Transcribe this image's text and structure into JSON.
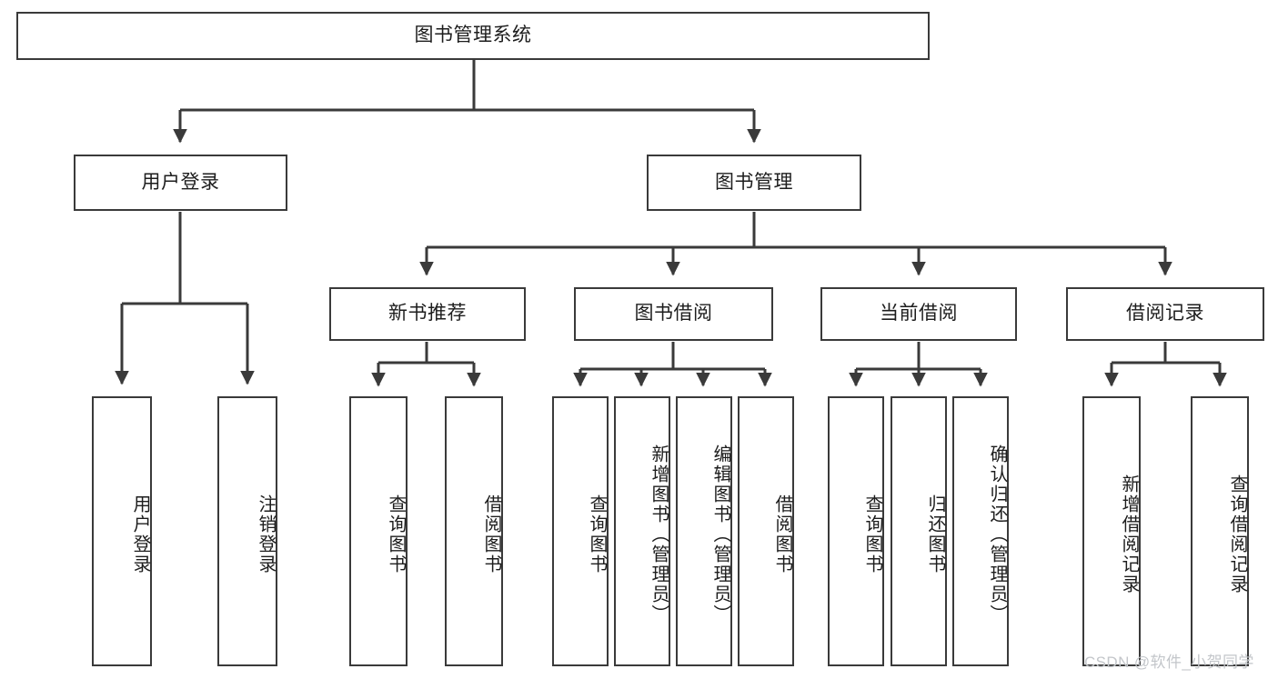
{
  "diagram": {
    "title": "图书管理系统",
    "type": "hierarchy-tree",
    "watermark": "CSDN @软件_小贺同学",
    "colors": {
      "box_border": "#3a3a3a",
      "box_fill": "#ffffff",
      "connector": "#3a3a3a",
      "text": "#1d1d1d",
      "watermark": "#c3c6ca"
    },
    "levels": {
      "root": "图书管理系统",
      "level2": [
        "用户登录",
        "图书管理"
      ],
      "level3": [
        "新书推荐",
        "图书借阅",
        "当前借阅",
        "借阅记录"
      ]
    },
    "nodes": {
      "root": {
        "label": "图书管理系统"
      },
      "user_login": {
        "label": "用户登录"
      },
      "book_manage": {
        "label": "图书管理"
      },
      "new_book_rec": {
        "label": "新书推荐"
      },
      "book_borrow": {
        "label": "图书借阅"
      },
      "current_borrow": {
        "label": "当前借阅"
      },
      "borrow_record": {
        "label": "借阅记录"
      },
      "leaf_user_login": {
        "label": "用户登录"
      },
      "leaf_user_logout": {
        "label": "注销登录"
      },
      "leaf_rec_query": {
        "label": "查询图书"
      },
      "leaf_rec_borrow": {
        "label": "借阅图书"
      },
      "leaf_borrow_query": {
        "label": "查询图书"
      },
      "leaf_borrow_add": {
        "label": "新增图书（管理员）"
      },
      "leaf_borrow_edit": {
        "label": "编辑图书（管理员）"
      },
      "leaf_borrow_lend": {
        "label": "借阅图书"
      },
      "leaf_cur_query": {
        "label": "查询图书"
      },
      "leaf_cur_return": {
        "label": "归还图书"
      },
      "leaf_cur_confirm": {
        "label": "确认归还（管理员）"
      },
      "leaf_rec_add": {
        "label": "新增借阅记录"
      },
      "leaf_rec_search": {
        "label": "查询借阅记录"
      }
    },
    "edges": [
      {
        "from": "root",
        "to": "user_login"
      },
      {
        "from": "root",
        "to": "book_manage"
      },
      {
        "from": "user_login",
        "to": "leaf_user_login"
      },
      {
        "from": "user_login",
        "to": "leaf_user_logout"
      },
      {
        "from": "book_manage",
        "to": "new_book_rec"
      },
      {
        "from": "book_manage",
        "to": "book_borrow"
      },
      {
        "from": "book_manage",
        "to": "current_borrow"
      },
      {
        "from": "book_manage",
        "to": "borrow_record"
      },
      {
        "from": "new_book_rec",
        "to": "leaf_rec_query"
      },
      {
        "from": "new_book_rec",
        "to": "leaf_rec_borrow"
      },
      {
        "from": "book_borrow",
        "to": "leaf_borrow_query"
      },
      {
        "from": "book_borrow",
        "to": "leaf_borrow_add"
      },
      {
        "from": "book_borrow",
        "to": "leaf_borrow_edit"
      },
      {
        "from": "book_borrow",
        "to": "leaf_borrow_lend"
      },
      {
        "from": "current_borrow",
        "to": "leaf_cur_query"
      },
      {
        "from": "current_borrow",
        "to": "leaf_cur_return"
      },
      {
        "from": "current_borrow",
        "to": "leaf_cur_confirm"
      },
      {
        "from": "borrow_record",
        "to": "leaf_rec_add"
      },
      {
        "from": "borrow_record",
        "to": "leaf_rec_search"
      }
    ]
  }
}
